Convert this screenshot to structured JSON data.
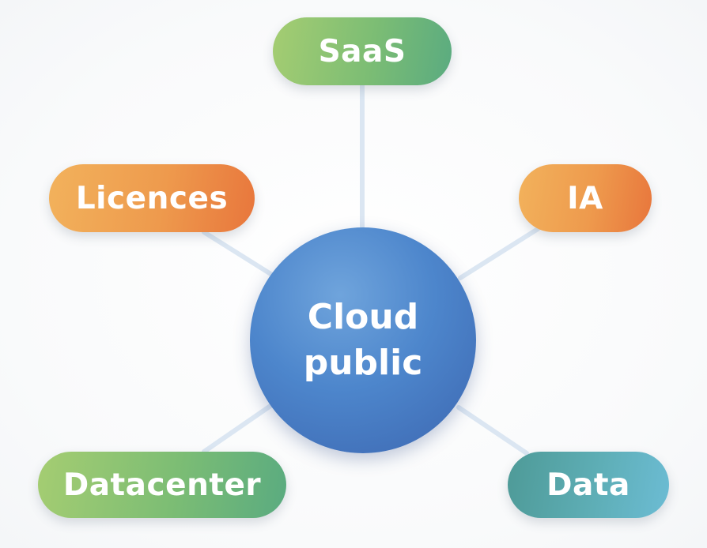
{
  "hub": {
    "line1": "Cloud",
    "line2": "public"
  },
  "nodes": {
    "saas": "SaaS",
    "licences": "Licences",
    "ia": "IA",
    "datacenter": "Datacenter",
    "data": "Data"
  },
  "colors": {
    "connector": "#dbe6f2",
    "hub": "#4d86cc",
    "green": "#7cbd74",
    "orange": "#ee9a4d",
    "teal": "#5eaeb6"
  }
}
